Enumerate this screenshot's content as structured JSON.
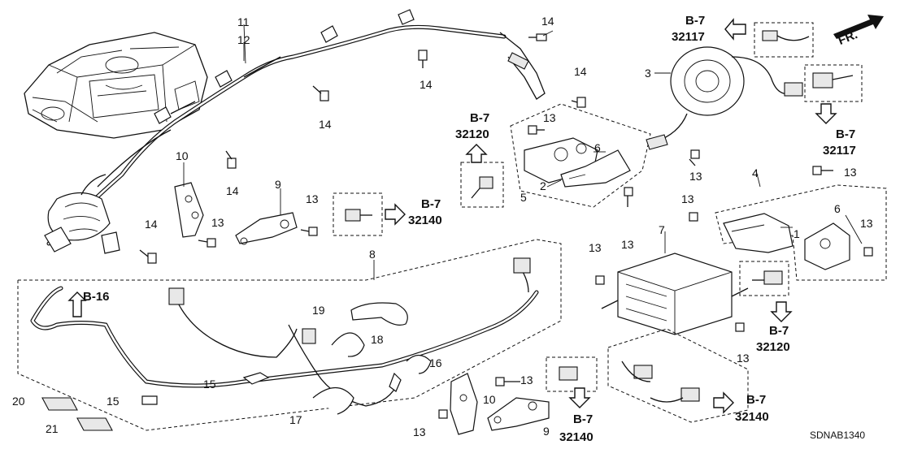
{
  "diagram": {
    "code": "SDNAB1340",
    "front_label": "FR.",
    "parts": {
      "p1": "1",
      "p2": "2",
      "p3": "3",
      "p4": "4",
      "p5": "5",
      "p6a": "6",
      "p6b": "6",
      "p7": "7",
      "p8": "8",
      "p9a": "9",
      "p9b": "9",
      "p10a": "10",
      "p10b": "10",
      "p11": "11",
      "p12": "12",
      "p13a": "13",
      "p13b": "13",
      "p13c": "13",
      "p13d": "13",
      "p13e": "13",
      "p13f": "13",
      "p13g": "13",
      "p13h": "13",
      "p13i": "13",
      "p13j": "13",
      "p13k": "13",
      "p13l": "13",
      "p14a": "14",
      "p14b": "14",
      "p14c": "14",
      "p14d": "14",
      "p14e": "14",
      "p14f": "14",
      "p15a": "15",
      "p15b": "15",
      "p16": "16",
      "p17": "17",
      "p18": "18",
      "p19": "19",
      "p20": "20",
      "p21": "21"
    },
    "refs": {
      "r1_title": "B-7",
      "r1_code": "32117",
      "r2_title": "B-7",
      "r2_code": "32117",
      "r3_title": "B-7",
      "r3_code": "32120",
      "r4_title": "B-7",
      "r4_code": "32140",
      "r5_title": "B-16",
      "r6_title": "B-7",
      "r6_code": "32120",
      "r7_title": "B-7",
      "r7_code": "32140",
      "r8_title": "B-7",
      "r8_code": "32140"
    }
  }
}
